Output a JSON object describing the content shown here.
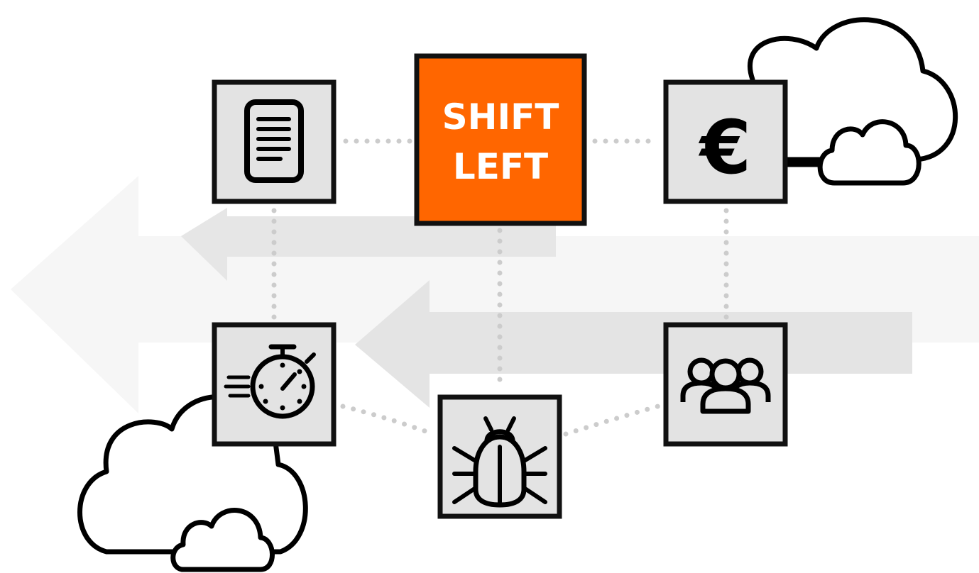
{
  "center": {
    "line1": "SHIFT",
    "line2": "LEFT",
    "color": "#FF6600"
  },
  "nodes": [
    {
      "id": "document",
      "icon": "document-icon"
    },
    {
      "id": "cost",
      "icon": "euro-icon",
      "label": "€"
    },
    {
      "id": "speed",
      "icon": "stopwatch-icon"
    },
    {
      "id": "bug",
      "icon": "bug-icon"
    },
    {
      "id": "team",
      "icon": "team-icon"
    }
  ],
  "colors": {
    "node_fill": "#E3E3E3",
    "stroke": "#111111",
    "connector": "#CCCCCC",
    "arrow_light": "#F6F6F6",
    "arrow_mid": "#E4E4E4"
  }
}
